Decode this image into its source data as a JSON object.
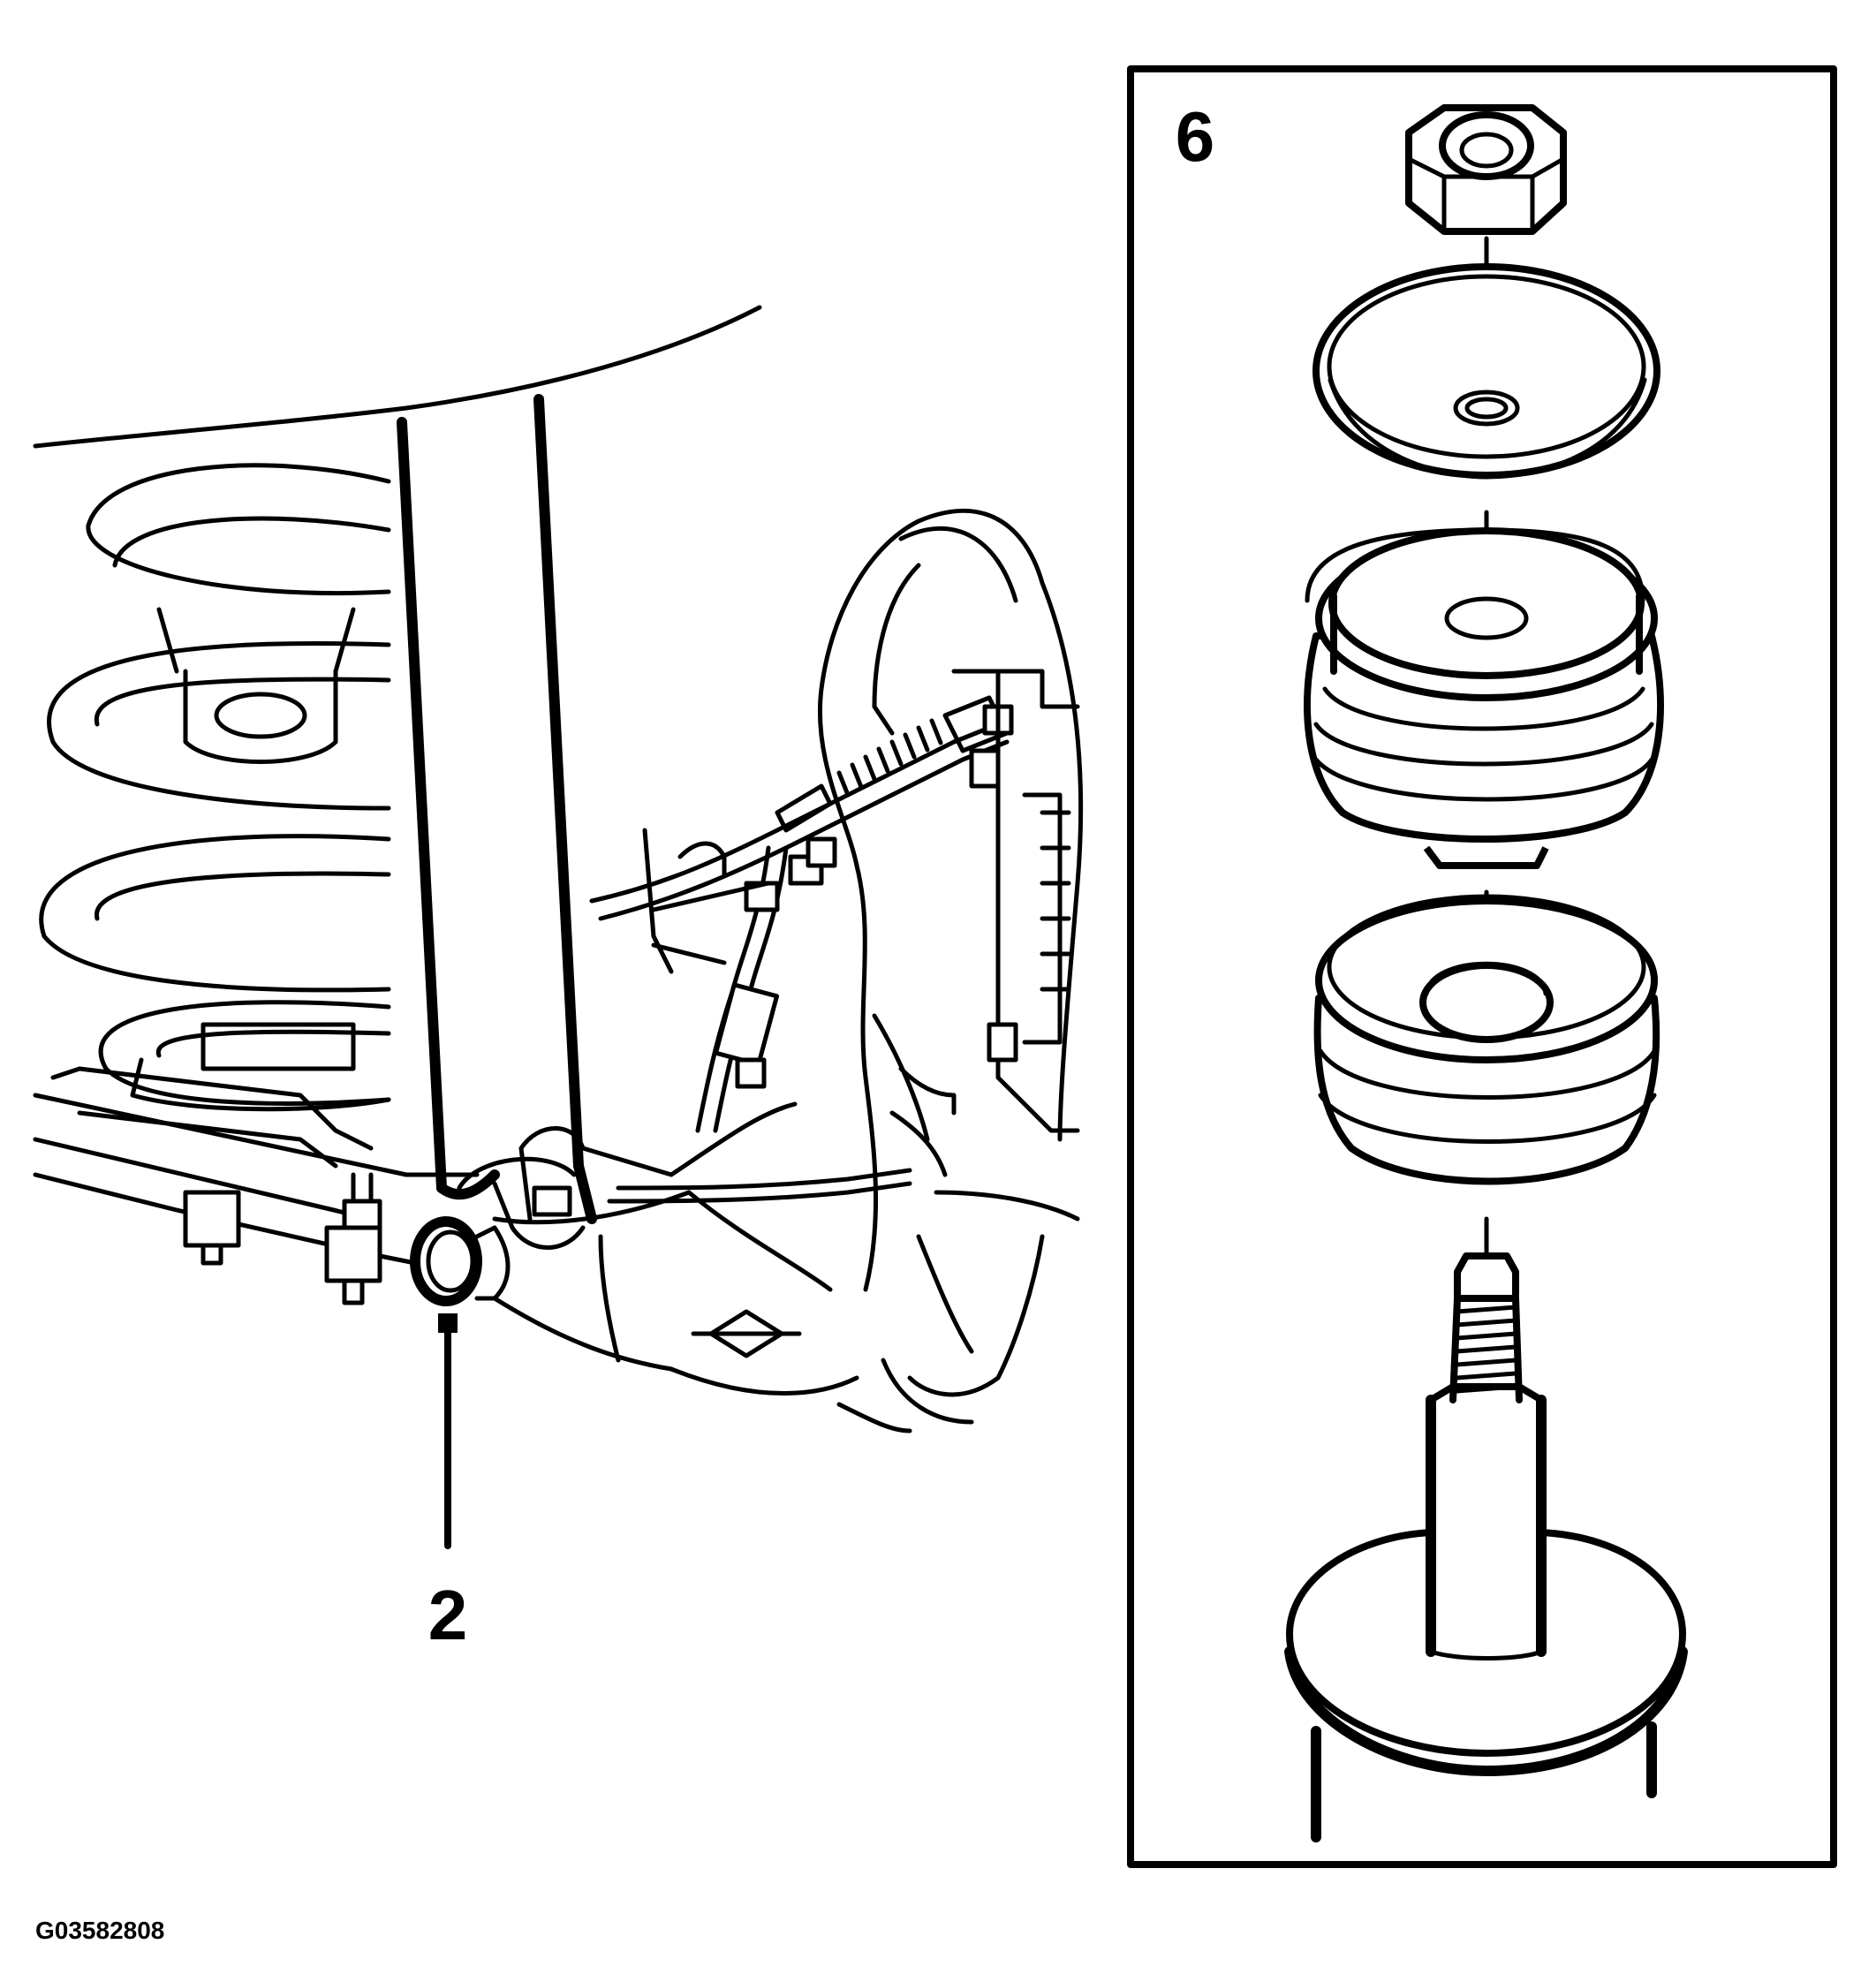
{
  "figure": {
    "callouts": {
      "left_label": "2",
      "detail_label": "6"
    },
    "figure_id": "G03582808",
    "colors": {
      "line": "#000000",
      "background": "#ffffff"
    },
    "icons": {
      "left_view": "rear-suspension-shock-absorber-icon",
      "detail_view": "shock-mount-exploded-icon"
    }
  }
}
